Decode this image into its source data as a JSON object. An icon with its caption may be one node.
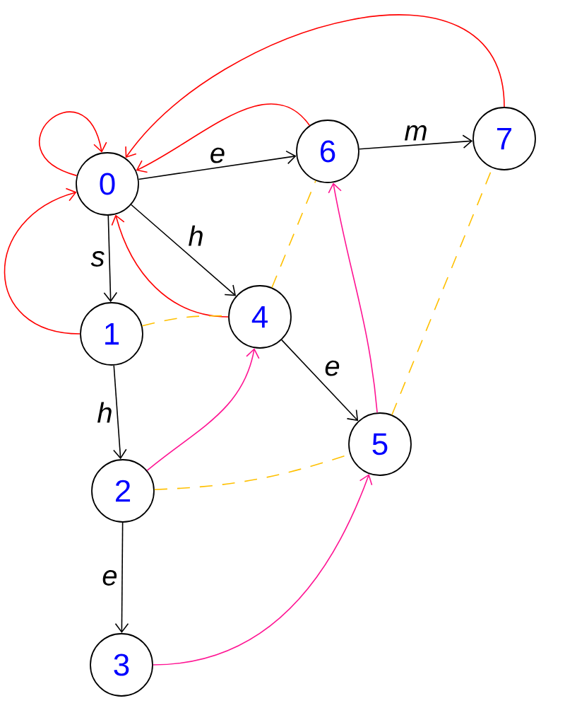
{
  "diagram": {
    "nodes": [
      {
        "text": [
          "0"
        ]
      },
      {
        "text": [
          "1"
        ]
      },
      {
        "text": [
          "2"
        ]
      },
      {
        "text": [
          "3"
        ]
      },
      {
        "text": [
          "4"
        ]
      },
      {
        "text": [
          "5"
        ]
      },
      {
        "text": [
          "6"
        ]
      },
      {
        "text": [
          "7"
        ]
      }
    ],
    "edges": [
      {
        "from": 0,
        "to": 6,
        "arrow": "to",
        "label": "e"
      },
      {
        "from": 6,
        "to": 7,
        "arrow": "to",
        "label": "m"
      },
      {
        "from": 0,
        "to": 1,
        "arrow": "to",
        "label": "s"
      },
      {
        "from": 0,
        "to": 4,
        "arrow": "to",
        "label": "h"
      },
      {
        "from": 1,
        "to": 2,
        "arrow": "to",
        "label": "h"
      },
      {
        "from": 4,
        "to": 5,
        "arrow": "to",
        "label": "e"
      },
      {
        "from": 2,
        "to": 3,
        "arrow": "to",
        "label": "e"
      },
      {
        "from": 0,
        "to": 0,
        "arrow": "to",
        "color": "#ff0000"
      },
      {
        "from": 7,
        "to": 0,
        "arrow": "to",
        "color": "#ff0000"
      },
      {
        "from": 6,
        "to": 0,
        "arrow": "to",
        "color": "#ff0000"
      },
      {
        "from": 1,
        "to": 0,
        "arrow": "to",
        "color": "#ff0000"
      },
      {
        "from": 4,
        "to": 0,
        "arrow": "to",
        "color": "#ff0000"
      },
      {
        "from": 2,
        "to": 4,
        "arrow": "to",
        "color": "#ff1493"
      },
      {
        "from": 3,
        "to": 5,
        "arrow": "to",
        "color": "#ff1493"
      },
      {
        "from": 5,
        "to": 6,
        "arrow": "to",
        "color": "#ff1493"
      },
      {
        "from": 1,
        "to": 4,
        "arrow": "none",
        "style": "dashed",
        "color": "#ffc000"
      },
      {
        "from": 4,
        "to": 6,
        "arrow": "none",
        "style": "dashed",
        "color": "#ffc000"
      },
      {
        "from": 2,
        "to": 5,
        "arrow": "none",
        "style": "dashed",
        "color": "#ffc000"
      },
      {
        "from": 5,
        "to": 7,
        "arrow": "none",
        "style": "dashed",
        "color": "#ffc000"
      }
    ]
  }
}
